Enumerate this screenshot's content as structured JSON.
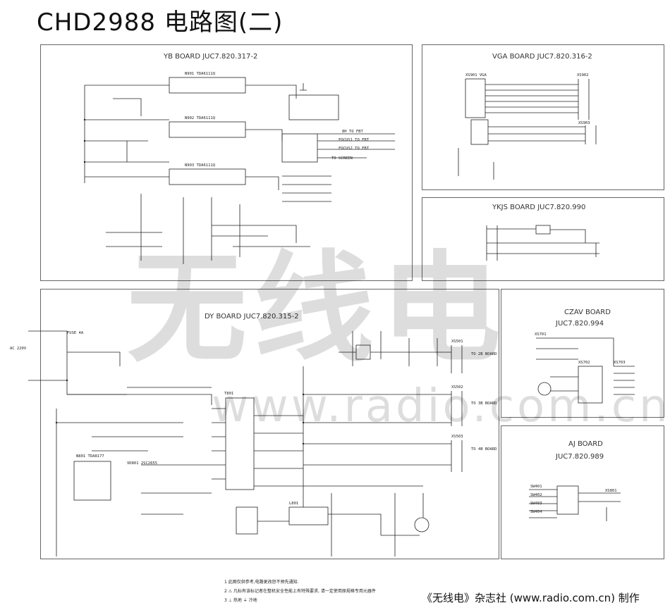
{
  "title": "CHD2988 电路图(二)",
  "boards": [
    {
      "label": "YB BOARD JUC7.820.317-2"
    },
    {
      "label": "VGA BOARD JUC7.820.316-2"
    },
    {
      "label": "YKJS BOARD JUC7.820.990"
    },
    {
      "label": "DY BOARD JUC7.820.315-2"
    },
    {
      "label": "CZAV BOARD",
      "label2": "JUC7.820.994"
    },
    {
      "label": "AJ BOARD",
      "label2": "JUC7.820.989"
    }
  ],
  "component_refs": [
    "N901 TDA6111Q",
    "N902 TDA6111Q",
    "N903 TDA6111Q",
    "XS901 VGA",
    "XS902",
    "XS903",
    "N801 TDA8177",
    "VD801 2SC2655",
    "T801",
    "L801",
    "XS501",
    "XS502",
    "XS503",
    "XS701",
    "XS702",
    "XS703",
    "XS801",
    "SW401",
    "SW402",
    "SW403",
    "SW404",
    "TO SCREEN",
    "FOCUS1 TO FBT",
    "FOCUS2 TO FBT",
    "8H TO FBT",
    "TO 2B BOARD",
    "TO 3B BOARD",
    "TO 4B BOARD",
    "AC 220V",
    "FUSE 4A"
  ],
  "notes": [
    "1 此图仅供参考,电路更改恕不预先通知.",
    "2 ⚠ 凡标有该标记者在整机安全性能上有特殊要求, 请一定使用原规格专用元器件",
    "3 ⊥ 热地   ⏚ 冷地"
  ],
  "watermark": {
    "text": "无线电",
    "url": "www.radio.com.cn"
  },
  "credit": "《无线电》杂志社 (www.radio.com.cn) 制作"
}
